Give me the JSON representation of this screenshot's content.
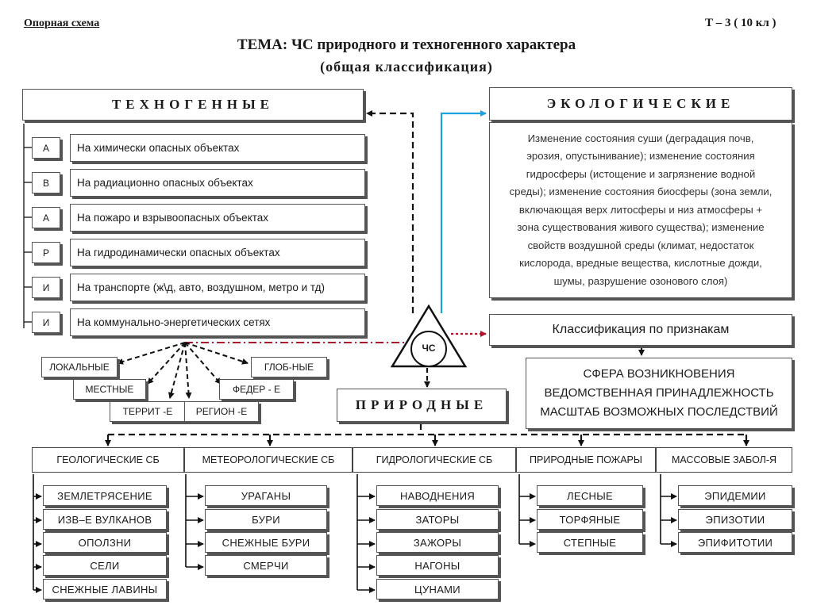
{
  "header": {
    "left_label": "Опорная схема",
    "right_label": "Т – 3 ( 10 кл )",
    "title": "ТЕМА:  ЧС природного и техногенного характера",
    "subtitle": "(общая классификация)"
  },
  "technogenic": {
    "title": "ТЕХНОГЕННЫЕ",
    "rows": [
      {
        "letter": "А",
        "text": "На химически опасных объектах"
      },
      {
        "letter": "В",
        "text": "На радиационно опасных объектах"
      },
      {
        "letter": "А",
        "text": "На пожаро и взрывоопасных объектах"
      },
      {
        "letter": "Р",
        "text": "На гидродинамически опасных объектах"
      },
      {
        "letter": "И",
        "text": "На транспорте (ж\\д, авто, воздушном, метро и тд)"
      },
      {
        "letter": "И",
        "text": "На коммунально-энергетических сетях"
      }
    ]
  },
  "scale": {
    "local": "ЛОКАЛЬНЫЕ",
    "mestnye": "МЕСТНЫЕ",
    "territ": "ТЕРРИТ -Е",
    "region": "РЕГИОН -Е",
    "feder": "ФЕДЕР - Е",
    "global": "ГЛОБ-НЫЕ"
  },
  "center": {
    "label": "ЧС"
  },
  "ecological": {
    "title": "ЭКОЛОГИЧЕСКИЕ",
    "lines": [
      "Изменение состояния суши (деградация почв,",
      "эрозия, опустынивание); изменение состояния",
      "гидросферы (истощение и загрязнение водной",
      "среды); изменение состояния биосферы (зона земли,",
      "включающая верх литосферы и низ атмосферы +",
      "зона существования живого существа); изменение",
      "свойств воздушной среды (климат, недостаток",
      "кислорода,  вредные вещества, кислотные дожди,",
      "шумы, разрушение озонового слоя)"
    ]
  },
  "classification": {
    "title": "Классификация по признакам",
    "lines": [
      "СФЕРА ВОЗНИКНОВЕНИЯ",
      "ВЕДОМСТВЕННАЯ ПРИНАДЛЕЖНОСТЬ",
      "МАСШТАБ ВОЗМОЖНЫХ ПОСЛЕДСТВИЙ"
    ]
  },
  "natural": {
    "title": "ПРИРОДНЫЕ",
    "categories": [
      {
        "title": "ГЕОЛОГИЧЕСКИЕ  СБ",
        "items": [
          "ЗЕМЛЕТРЯСЕНИЕ",
          "ИЗВ–Е ВУЛКАНОВ",
          "ОПОЛЗНИ",
          "СЕЛИ",
          "СНЕЖНЫЕ ЛАВИНЫ"
        ]
      },
      {
        "title": "МЕТЕОРОЛОГИЧЕСКИЕ  СБ",
        "items": [
          "УРАГАНЫ",
          "БУРИ",
          "СНЕЖНЫЕ БУРИ",
          "СМЕРЧИ"
        ]
      },
      {
        "title": "ГИДРОЛОГИЧЕСКИЕ  СБ",
        "items": [
          "НАВОДНЕНИЯ",
          "ЗАТОРЫ",
          "ЗАЖОРЫ",
          "НАГОНЫ",
          "ЦУНАМИ"
        ]
      },
      {
        "title": "ПРИРОДНЫЕ ПОЖАРЫ",
        "items": [
          "ЛЕСНЫЕ",
          "ТОРФЯНЫЕ",
          "СТЕПНЫЕ"
        ]
      },
      {
        "title": "МАССОВЫЕ ЗАБОЛ-Я",
        "items": [
          "ЭПИДЕМИИ",
          "ЭПИЗОТИИ",
          "ЭПИФИТОТИИ"
        ]
      }
    ]
  },
  "colors": {
    "cyan_arrow": "#1aa3e0",
    "red_line": "#b0122a"
  }
}
